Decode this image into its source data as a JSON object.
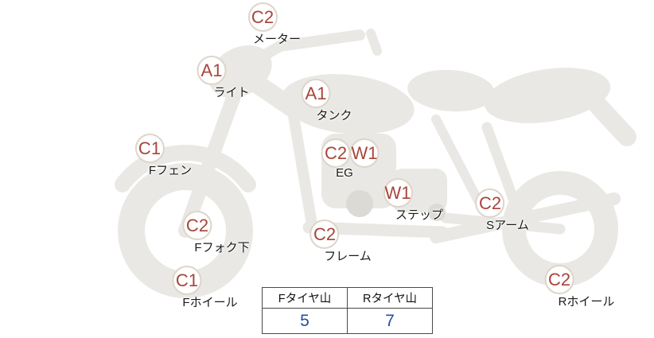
{
  "parts": [
    {
      "name": "meter",
      "grades": [
        "C2"
      ],
      "label": "メーター"
    },
    {
      "name": "light",
      "grades": [
        "A1"
      ],
      "label": "ライト"
    },
    {
      "name": "tank",
      "grades": [
        "A1"
      ],
      "label": "タンク"
    },
    {
      "name": "front-fender",
      "grades": [
        "C1"
      ],
      "label": "Fフェン"
    },
    {
      "name": "engine",
      "grades": [
        "C2",
        "W1"
      ],
      "label": "EG"
    },
    {
      "name": "step",
      "grades": [
        "W1"
      ],
      "label": "ステップ"
    },
    {
      "name": "swing-arm",
      "grades": [
        "C2"
      ],
      "label": "Sアーム"
    },
    {
      "name": "front-fork-lower",
      "grades": [
        "C2"
      ],
      "label": "Fフォク下"
    },
    {
      "name": "frame",
      "grades": [
        "C2"
      ],
      "label": "フレーム"
    },
    {
      "name": "front-wheel",
      "grades": [
        "C1"
      ],
      "label": "Fホイール"
    },
    {
      "name": "rear-wheel",
      "grades": [
        "C2"
      ],
      "label": "Rホイール"
    }
  ],
  "tire_table": {
    "headers": [
      "Fタイヤ山",
      "Rタイヤ山"
    ],
    "values": [
      "5",
      "7"
    ]
  },
  "colors": {
    "grade_text": "#a8453a",
    "tire_value": "#1f4f9e",
    "silhouette": "#e9e8e4",
    "silhouette_shade": "#dbdad5"
  }
}
